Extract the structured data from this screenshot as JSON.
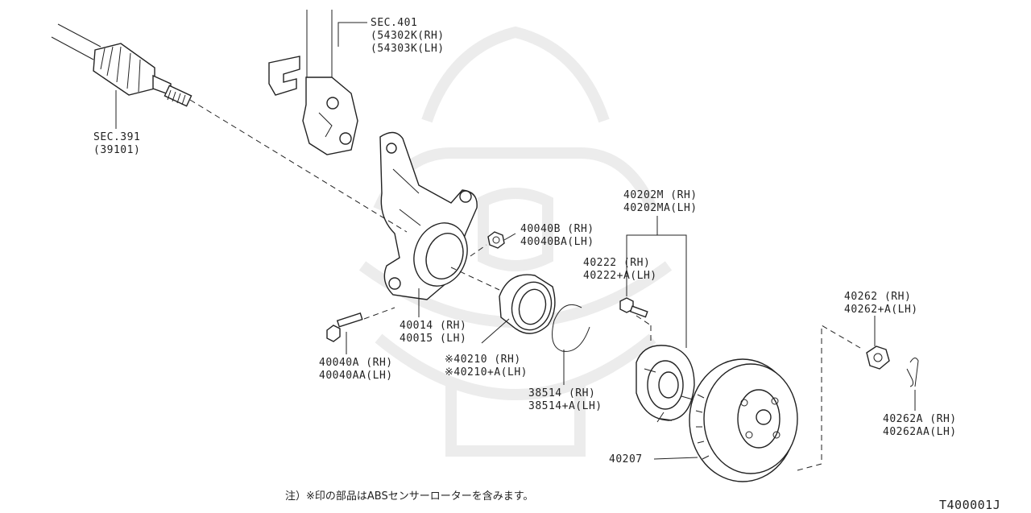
{
  "labels": {
    "sec401": [
      "SEC.401",
      "(54302K(RH)",
      "(54303K(LH)"
    ],
    "sec391": [
      "SEC.391",
      "(39101)"
    ],
    "p40040b": [
      "40040B (RH)",
      "40040BA(LH)"
    ],
    "p40014": [
      "40014 (RH)",
      "40015 (LH)"
    ],
    "p40040a": [
      "40040A (RH)",
      "40040AA(LH)"
    ],
    "p40210": [
      "※40210   (RH)",
      "※40210+A(LH)"
    ],
    "p38514": [
      "38514   (RH)",
      "38514+A(LH)"
    ],
    "p40202": [
      "40202M (RH)",
      "40202MA(LH)"
    ],
    "p40222": [
      "40222   (RH)",
      "40222+A(LH)"
    ],
    "p40262": [
      "40262   (RH)",
      "40262+A(LH)"
    ],
    "p40262a": [
      "40262A (RH)",
      "40262AA(LH)"
    ],
    "p40207": "40207"
  },
  "footnote": "注）※印の部品はABSセンサーローターを含みます。",
  "diagram_code": "T400001J"
}
